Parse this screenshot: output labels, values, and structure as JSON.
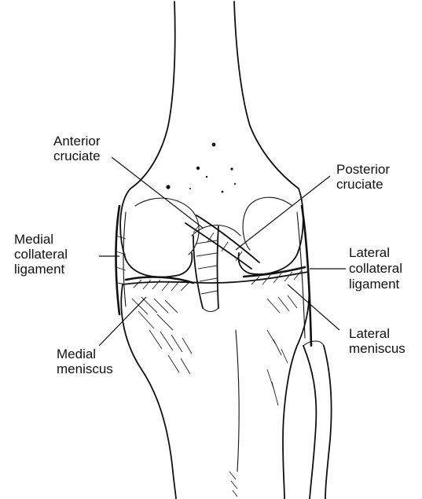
{
  "labels": {
    "anterior_cruciate": [
      "Anterior",
      "cruciate"
    ],
    "posterior_cruciate": [
      "Posterior",
      "cruciate"
    ],
    "medial_collateral": [
      "Medial",
      "collateral",
      "ligament"
    ],
    "lateral_collateral": [
      "Lateral",
      "collateral",
      "ligament"
    ],
    "medial_meniscus": [
      "Medial",
      "meniscus"
    ],
    "lateral_meniscus": [
      "Lateral",
      "meniscus"
    ]
  },
  "colors": {
    "ink": "#111111",
    "background": "#ffffff"
  }
}
